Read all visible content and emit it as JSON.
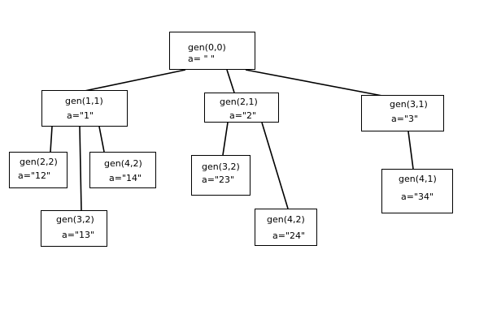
{
  "stroke_color": "#000000",
  "background_color": "#ffffff",
  "nodes": {
    "n00": {
      "call": "gen(0,0)",
      "value": "a= \" \""
    },
    "n11": {
      "call": "gen(1,1)",
      "value": "a=\"1\""
    },
    "n21": {
      "call": "gen(2,1)",
      "value": "a=\"2\""
    },
    "n31": {
      "call": "gen(3,1)",
      "value": "a=\"3\""
    },
    "n22": {
      "call": "gen(2,2)",
      "value": "a=\"12\""
    },
    "n42a": {
      "call": "gen(4,2)",
      "value": "a=\"14\""
    },
    "n32a": {
      "call": "gen(3,2)",
      "value": "a=\"13\""
    },
    "n32b": {
      "call": "gen(3,2)",
      "value": "a=\"23\""
    },
    "n42b": {
      "call": "gen(4,2)",
      "value": "a=\"24\""
    },
    "n41": {
      "call": "gen(4,1)",
      "value": "a=\"34\""
    }
  },
  "edges": [
    [
      "n00",
      "n11"
    ],
    [
      "n00",
      "n21"
    ],
    [
      "n00",
      "n31"
    ],
    [
      "n11",
      "n22"
    ],
    [
      "n11",
      "n32a"
    ],
    [
      "n11",
      "n42a"
    ],
    [
      "n21",
      "n32b"
    ],
    [
      "n21",
      "n42b"
    ],
    [
      "n31",
      "n41"
    ]
  ]
}
